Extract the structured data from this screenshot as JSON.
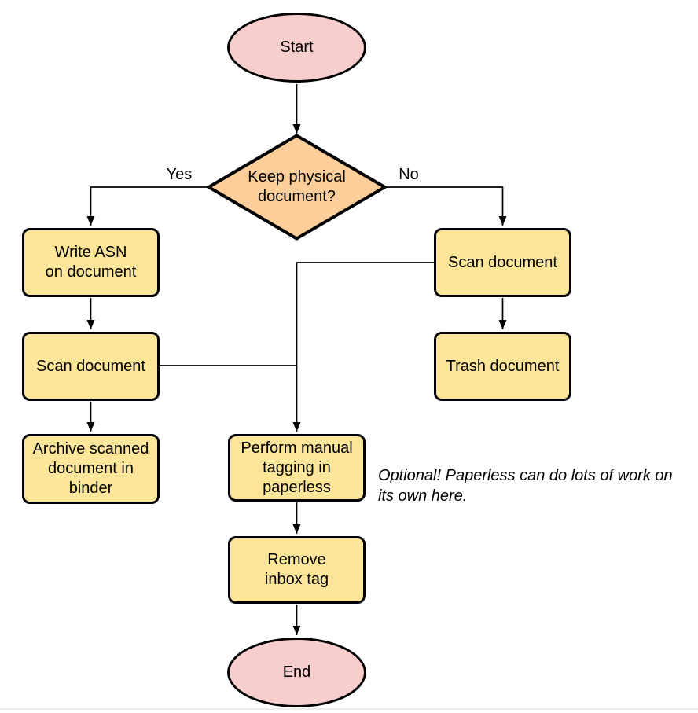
{
  "diagram": {
    "nodes": {
      "start": "Start",
      "decision": "Keep physical\ndocument?",
      "write_asn": "Write ASN\non document",
      "scan_left": "Scan document",
      "archive": "Archive scanned\ndocument in\nbinder",
      "scan_right": "Scan document",
      "trash": "Trash document",
      "tagging": "Perform manual\ntagging in\npaperless",
      "remove_inbox": "Remove\ninbox tag",
      "end": "End"
    },
    "edge_labels": {
      "yes": "Yes",
      "no": "No"
    },
    "annotation": "Optional! Paperless can do lots of work on\nits own here.",
    "colors": {
      "terminator_fill": "#f8cecc",
      "decision_fill": "#fdce9a",
      "process_fill": "#fde699",
      "stroke": "#000000",
      "text": "#000000"
    }
  }
}
